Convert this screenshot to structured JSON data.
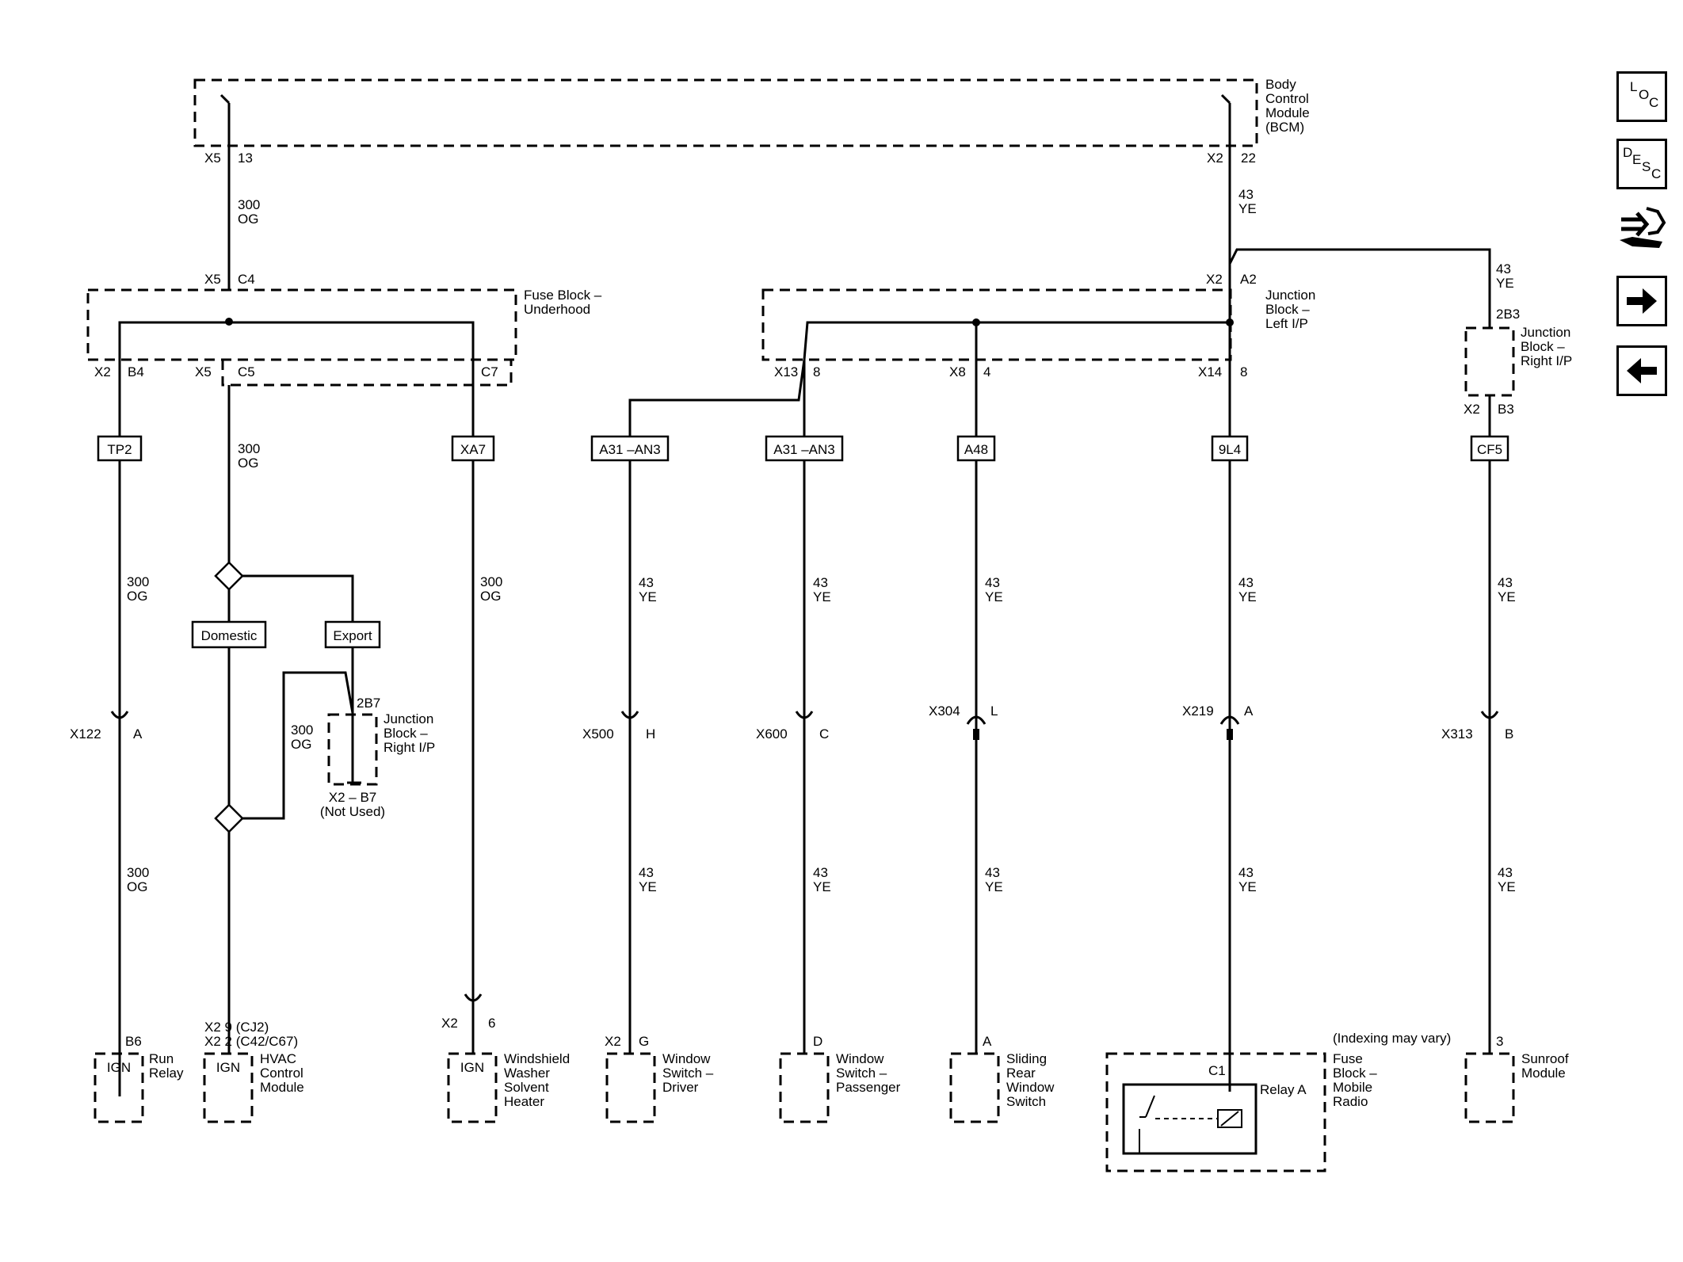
{
  "bcm": {
    "name": [
      "Body",
      "Control",
      "Module",
      "(BCM)"
    ],
    "left_pin": {
      "conn": "X5",
      "pin": "13"
    },
    "right_pin": {
      "conn": "X2",
      "pin": "22"
    }
  },
  "wire_300_og": [
    "300",
    "OG"
  ],
  "wire_43_ye": [
    "43",
    "YE"
  ],
  "fuse_block_underhood": {
    "name": [
      "Fuse Block –",
      "Underhood"
    ],
    "input": {
      "conn": "X5",
      "pin": "C4"
    },
    "out_b4": {
      "conn": "X2",
      "pin": "B4"
    },
    "out_c5": {
      "conn": "X5",
      "pin": "C5"
    },
    "out_c7": {
      "pin": "C7"
    }
  },
  "junction_block_left": {
    "name": [
      "Junction",
      "Block –",
      "Left I/P"
    ],
    "input": {
      "conn": "X2",
      "pin": "A2"
    },
    "out_x13": {
      "conn": "X13",
      "pin": "8"
    },
    "out_x8": {
      "conn": "X8",
      "pin": "4"
    },
    "out_x14": {
      "conn": "X14",
      "pin": "8"
    }
  },
  "junction_block_right_top": {
    "name": [
      "Junction",
      "Block –",
      "Right I/P"
    ],
    "pin_top": "2B3",
    "out": {
      "conn": "X2",
      "pin": "B3"
    }
  },
  "junction_block_right_mid": {
    "name": [
      "Junction",
      "Block –",
      "Right I/P"
    ],
    "pin": "2B7",
    "note": [
      "X2 – B7",
      "(Not Used)"
    ]
  },
  "tags": {
    "tp2": "TP2",
    "xa7": "XA7",
    "a31_an3_a": "A31 –AN3",
    "a31_an3_b": "A31 –AN3",
    "a48": "A48",
    "9l4": "9L4",
    "cf5": "CF5",
    "domestic": "Domestic",
    "export": "Export"
  },
  "inline_connectors": {
    "x122": {
      "name": "X122",
      "pin": "A"
    },
    "x500": {
      "name": "X500",
      "pin": "H"
    },
    "x600": {
      "name": "X600",
      "pin": "C"
    },
    "x304": {
      "name": "X304",
      "pin": "L"
    },
    "x219": {
      "name": "X219",
      "pin": "A"
    },
    "x313": {
      "name": "X313",
      "pin": "B"
    }
  },
  "loads": {
    "run_relay": {
      "pin": "B6",
      "ign": "IGN",
      "name": [
        "Run",
        "Relay"
      ]
    },
    "hvac": {
      "pins": [
        "X2   9 (CJ2)",
        "X2   2 (C42/C67)"
      ],
      "ign": "IGN",
      "name": [
        "HVAC",
        "Control",
        "Module"
      ]
    },
    "washer": {
      "conn": "X2",
      "pin": "6",
      "ign": "IGN",
      "name": [
        "Windshield",
        "Washer",
        "Solvent",
        "Heater"
      ]
    },
    "window_driver": {
      "conn": "X2",
      "pin": "G",
      "name": [
        "Window",
        "Switch –",
        "Driver"
      ]
    },
    "window_passenger": {
      "pin": "D",
      "name": [
        "Window",
        "Switch –",
        "Passenger"
      ]
    },
    "sliding_rear": {
      "pin": "A",
      "name": [
        "Sliding",
        "Rear",
        "Window",
        "Switch"
      ]
    },
    "fuse_block_mobile": {
      "pin": "C1",
      "relay": "Relay A",
      "note": "(Indexing may vary)",
      "name": [
        "Fuse",
        "Block –",
        "Mobile",
        "Radio"
      ]
    },
    "sunroof": {
      "pin": "3",
      "name": [
        "Sunroof",
        "Module"
      ]
    }
  },
  "nav": {
    "loc": {
      "l1": "L",
      "l2": "O",
      "l3": "C"
    },
    "desc": {
      "l1": "D",
      "l2": "E",
      "l3": "S",
      "l4": "C"
    }
  }
}
